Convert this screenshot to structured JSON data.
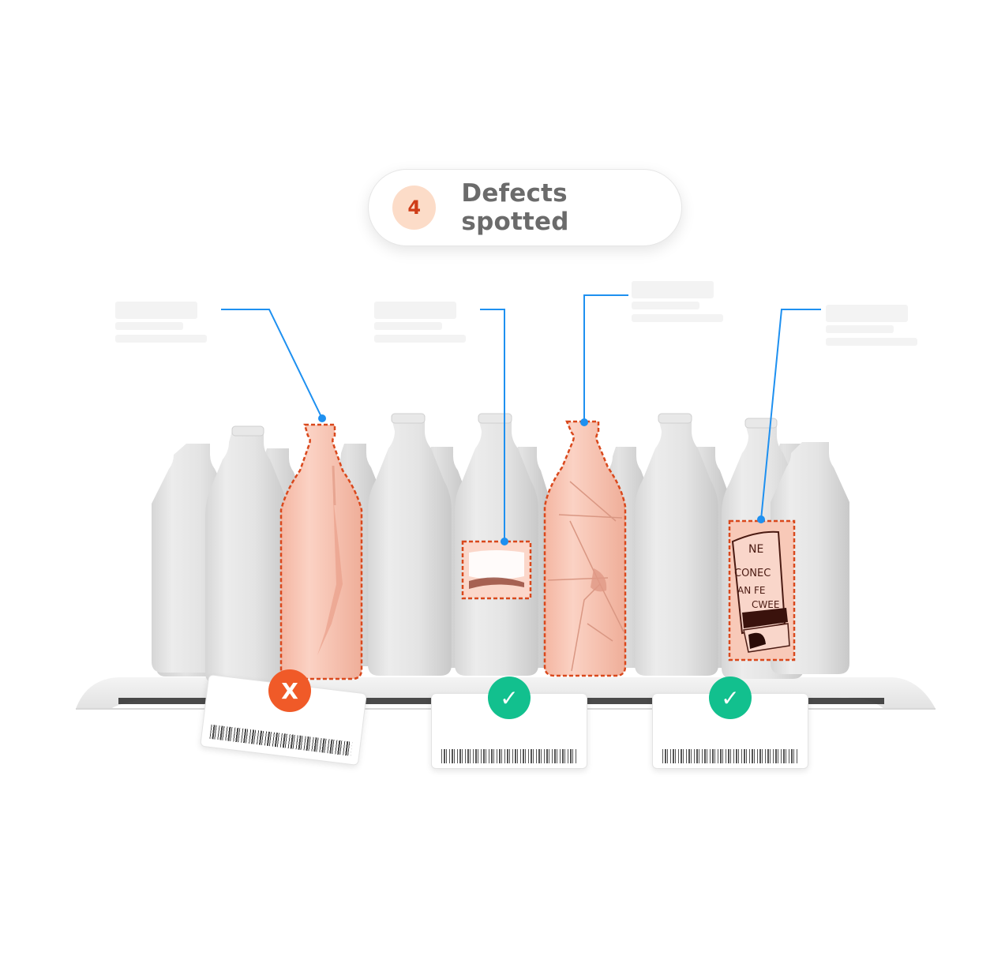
{
  "summary": {
    "defect_count": "4",
    "label": "Defects spotted",
    "badge_bg": "#fcdcc8",
    "badge_text_color": "#cf3d18"
  },
  "annotations": [
    {
      "id": "defect-1",
      "type": "crack",
      "target": "bottle-3",
      "callout": "placeholder"
    },
    {
      "id": "defect-2",
      "type": "label-damage",
      "target": "bottle-5",
      "callout": "placeholder"
    },
    {
      "id": "defect-3",
      "type": "shattered",
      "target": "bottle-6",
      "callout": "placeholder"
    },
    {
      "id": "defect-4",
      "type": "wrong-label",
      "target": "bottle-8",
      "callout": "placeholder"
    }
  ],
  "colors": {
    "callout_line": "#1e90f0",
    "highlight_fill": "#f8c9b8",
    "highlight_border": "#d9481c",
    "fail": "#f05a28",
    "pass": "#12c08e"
  },
  "tags": [
    {
      "status": "fail",
      "icon": "x-icon",
      "symbol": "X"
    },
    {
      "status": "pass",
      "icon": "check-icon",
      "symbol": "✓"
    },
    {
      "status": "pass",
      "icon": "check-icon",
      "symbol": "✓"
    }
  ],
  "label_text": {
    "line1": "NE",
    "line2": "CONEC",
    "line3": "AN FE",
    "line4": "CWEE"
  }
}
